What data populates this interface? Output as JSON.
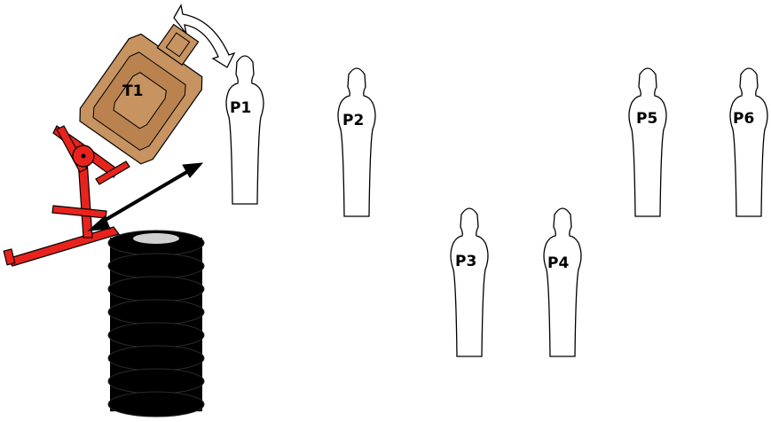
{
  "labels": {
    "target": "T1",
    "p1": "P1",
    "p2": "P2",
    "p3": "P3",
    "p4": "P4",
    "p5": "P5",
    "p6": "P6"
  },
  "colors": {
    "stand_red": "#e8231d",
    "target_tan": "#c69361",
    "target_inner": "#b9824f",
    "tire": "#000000",
    "tire_rim": "#d0d0d0",
    "outline": "#000000"
  }
}
